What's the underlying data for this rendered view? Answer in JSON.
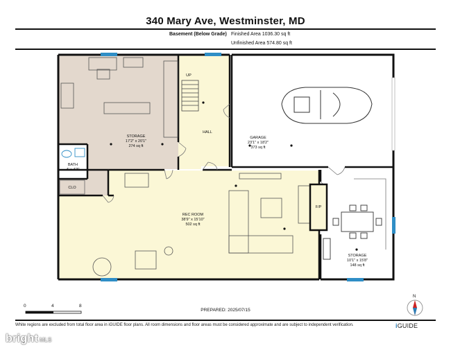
{
  "title": "340 Mary Ave, Westminster, MD",
  "header": {
    "level": "Basement (Below Grade)",
    "finished_area": "Finished Area 1036.30 sq ft",
    "unfinished_area": "Unfinished Area 574.80 sq ft"
  },
  "rooms": {
    "storage1": {
      "name": "STORAGE",
      "dims": "17'2\" x 20'1\"",
      "area": "274 sq ft"
    },
    "bath": {
      "name": "BATH",
      "dims": "4' x 4'3\""
    },
    "clo": {
      "name": "CLO"
    },
    "hall": {
      "name": "HALL"
    },
    "up": {
      "name": "UP"
    },
    "garage": {
      "name": "GARAGE",
      "dims": "23'1\" x 18'2\"",
      "area": "373 sq ft"
    },
    "rec": {
      "name": "REC ROOM",
      "dims": "38'9\" x 15'10\"",
      "area": "502 sq ft"
    },
    "fp": {
      "name": "F/P"
    },
    "storage2": {
      "name": "STORAGE",
      "dims": "10'1\" x 15'8\"",
      "area": "148 sq ft"
    }
  },
  "scale": {
    "labels": [
      "0",
      "4",
      "8"
    ]
  },
  "prepared": "PREPARED: 2025/07/15",
  "footer": "White regions are excluded from total floor area in iGUIDE floor plans. All room dimensions and floor areas must be considered approximate and are subject to independent verification.",
  "compass": {
    "n": "N"
  },
  "brand": {
    "prefix": "i",
    "name": "GUIDE"
  },
  "watermark": {
    "name": "bright",
    "suffix": "MLS"
  },
  "colors": {
    "storage": "#e3d8cd",
    "finished": "#fbf7d6",
    "wall": "#111111",
    "window": "#2f8ec6"
  }
}
